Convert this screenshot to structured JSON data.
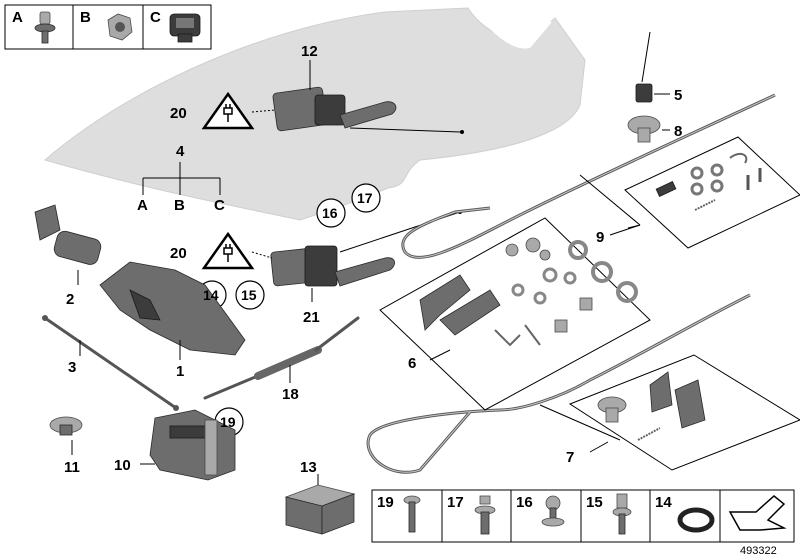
{
  "diagram": {
    "inset_header": [
      {
        "key": "A"
      },
      {
        "key": "B"
      },
      {
        "key": "C"
      }
    ],
    "callouts": {
      "p1": "1",
      "p2": "2",
      "p3": "3",
      "p4": "4",
      "p5": "5",
      "p6": "6",
      "p7": "7",
      "p8": "8",
      "p9": "9",
      "p10": "10",
      "p11": "11",
      "p12": "12",
      "p13": "13",
      "p14": "14",
      "p15": "15",
      "p16": "16",
      "p17": "17",
      "p18": "18",
      "p19": "19",
      "p20a": "20",
      "p20b": "20",
      "p21": "21"
    },
    "variant_tree": [
      "A",
      "B",
      "C"
    ],
    "legend_strip": [
      {
        "key": "19"
      },
      {
        "key": "17"
      },
      {
        "key": "16"
      },
      {
        "key": "15"
      },
      {
        "key": "14"
      }
    ],
    "image_id": "493322",
    "colors": {
      "panel": "#dedede",
      "parts": "#6d6d6d"
    },
    "icons": {
      "warning": "warning-triangle-plug-icon",
      "arrow": "direction-arrow-icon"
    }
  }
}
